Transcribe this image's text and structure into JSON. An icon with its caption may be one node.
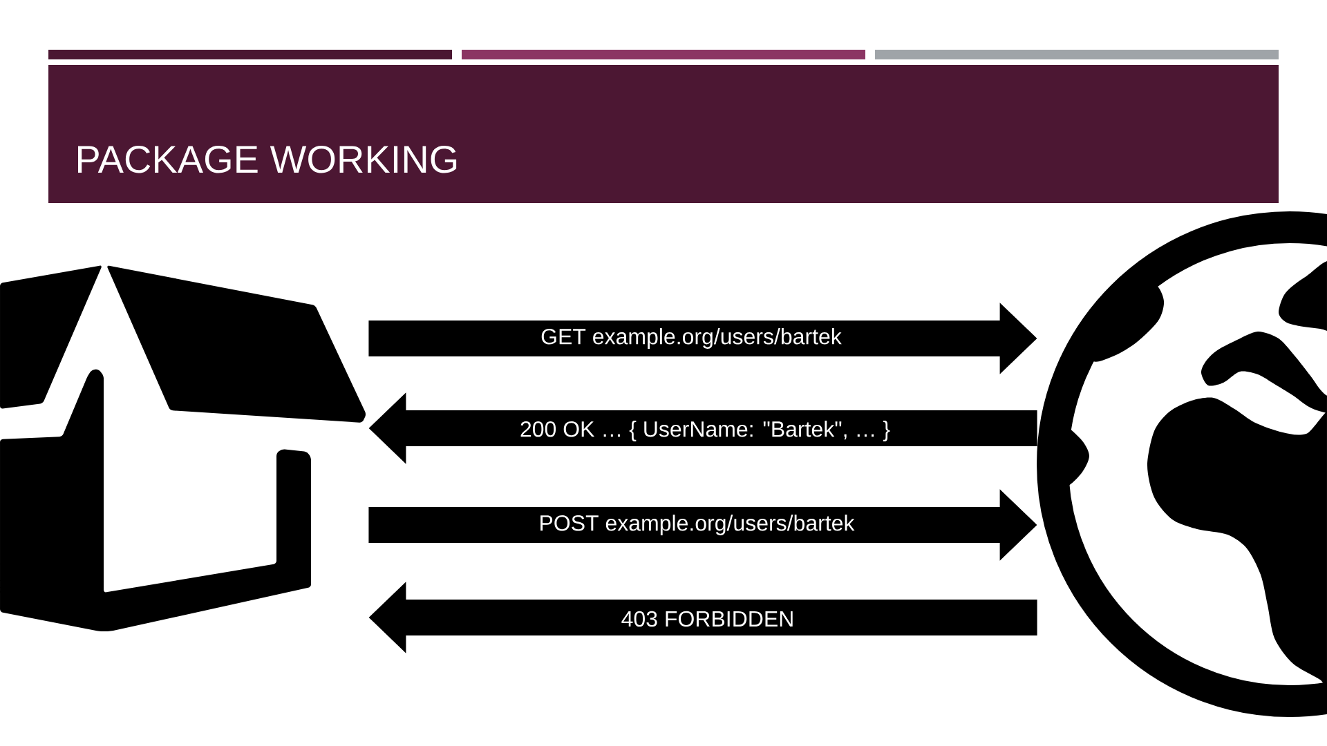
{
  "diagram": {
    "title": "PACKAGE WORKING",
    "nodes": [
      {
        "text": [],
        "shape": "picture"
      },
      {
        "text": [],
        "shape": "picture"
      }
    ],
    "edges": [
      {
        "from": 0,
        "to": 1,
        "arrow": "to",
        "label": "GET example.org/users/bartek"
      },
      {
        "from": 1,
        "to": 0,
        "arrow": "to",
        "label": "200 OK … { UserName: \"Bartek\", … }"
      },
      {
        "from": 0,
        "to": 1,
        "arrow": "to",
        "label": "POST example.org/users/bartek"
      },
      {
        "from": 1,
        "to": 0,
        "arrow": "to",
        "label": "403 FORBIDDEN"
      }
    ]
  }
}
